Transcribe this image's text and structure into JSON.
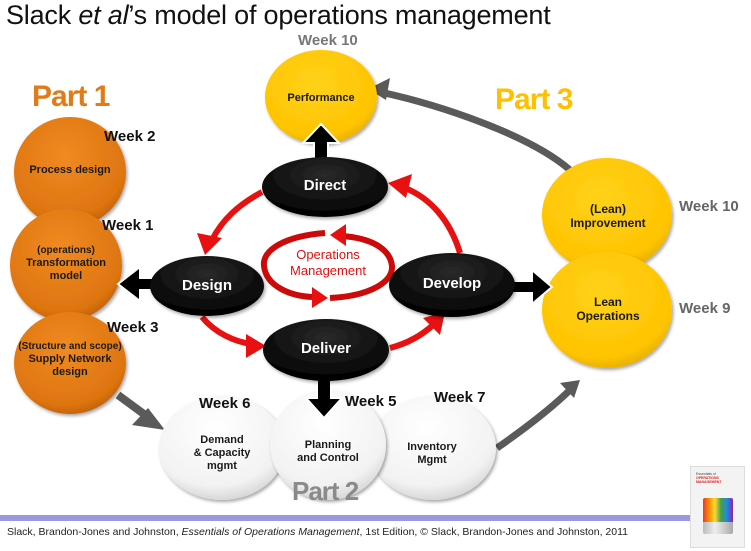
{
  "title": {
    "part1": "Slack ",
    "italic": "et al",
    "part2": "’s model of operations management"
  },
  "parts": {
    "part1": {
      "label": "Part 1",
      "color": "#e07b17"
    },
    "part2": {
      "label": "Part 2",
      "color": "#8a8a8a"
    },
    "part3": {
      "label": "Part 3",
      "color": "#ffc000"
    }
  },
  "center": {
    "label_line1": "Operations",
    "label_line2": "Management",
    "color": "#e01010"
  },
  "activities": {
    "direct": "Direct",
    "design": "Design",
    "deliver": "Deliver",
    "develop": "Develop"
  },
  "part1_nodes": [
    {
      "week": "Week 2",
      "lines": [
        "Process design"
      ]
    },
    {
      "week": "Week 1",
      "lines": [
        "(operations)",
        "Transformation",
        "model"
      ]
    },
    {
      "week": "Week 3",
      "lines": [
        "(Structure and scope)",
        "Supply Network",
        "design"
      ]
    }
  ],
  "part2_nodes": [
    {
      "week": "Week 6",
      "lines": [
        "Demand",
        "& Capacity",
        "mgmt"
      ]
    },
    {
      "week": "Week 5",
      "lines": [
        "Planning",
        "and Control"
      ]
    },
    {
      "week": "Week 7",
      "lines": [
        "Inventory",
        "Mgmt"
      ]
    }
  ],
  "part3_nodes": [
    {
      "week": "Week 10",
      "lines": [
        "Performance"
      ]
    },
    {
      "week": "Week 10",
      "lines": [
        "(Lean)",
        "Improvement"
      ]
    },
    {
      "week": "Week 9",
      "lines": [
        "Lean",
        "Operations"
      ]
    }
  ],
  "colors": {
    "orange": "#e07b17",
    "yellow": "#ffc60a",
    "black": "#000000",
    "red": "#e81010",
    "gray_arrow": "#5a5a5a",
    "footer_bar": "#9999dd"
  },
  "footer": {
    "prefix": "Slack, Brandon-Jones and Johnston, ",
    "book_title": "Essentials of Operations Management",
    "suffix": ", 1st Edition, © Slack, Brandon-Jones and Johnston, 2011"
  },
  "book_cover": {
    "line1": "Essentials of",
    "line2": "OPERATIONS MANAGEMENT"
  }
}
